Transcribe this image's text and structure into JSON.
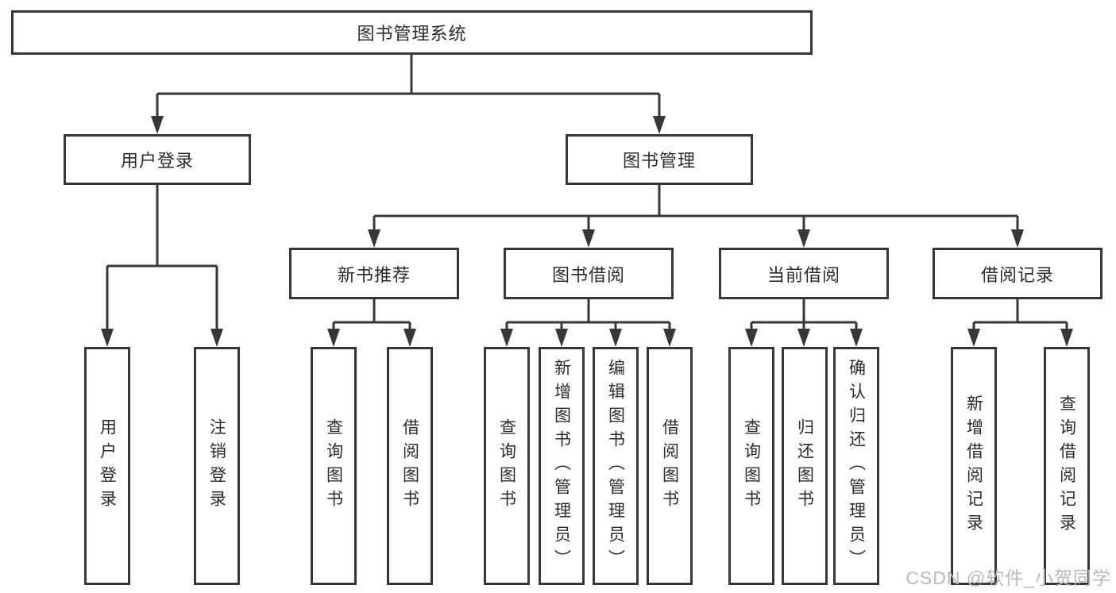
{
  "tree": {
    "label": "图书管理系统",
    "children": [
      {
        "label": "用户登录",
        "children": [
          {
            "label": "用户登录"
          },
          {
            "label": "注销登录"
          }
        ]
      },
      {
        "label": "图书管理",
        "children": [
          {
            "label": "新书推荐",
            "children": [
              {
                "label": "查询图书"
              },
              {
                "label": "借阅图书"
              }
            ]
          },
          {
            "label": "图书借阅",
            "children": [
              {
                "label": "查询图书"
              },
              {
                "label": "新增图书（管理员）"
              },
              {
                "label": "编辑图书（管理员）"
              },
              {
                "label": "借阅图书"
              }
            ]
          },
          {
            "label": "当前借阅",
            "children": [
              {
                "label": "查询图书"
              },
              {
                "label": "归还图书"
              },
              {
                "label": "确认归还（管理员）"
              }
            ]
          },
          {
            "label": "借阅记录",
            "children": [
              {
                "label": "新增借阅记录"
              },
              {
                "label": "查询借阅记录"
              }
            ]
          }
        ]
      }
    ]
  },
  "watermark": "CSDN @软件_小贺同学",
  "colors": {
    "line": "#373737",
    "text": "#2b2b2b",
    "box_fill": "#ffffff",
    "watermark": "#b9b9b9"
  }
}
